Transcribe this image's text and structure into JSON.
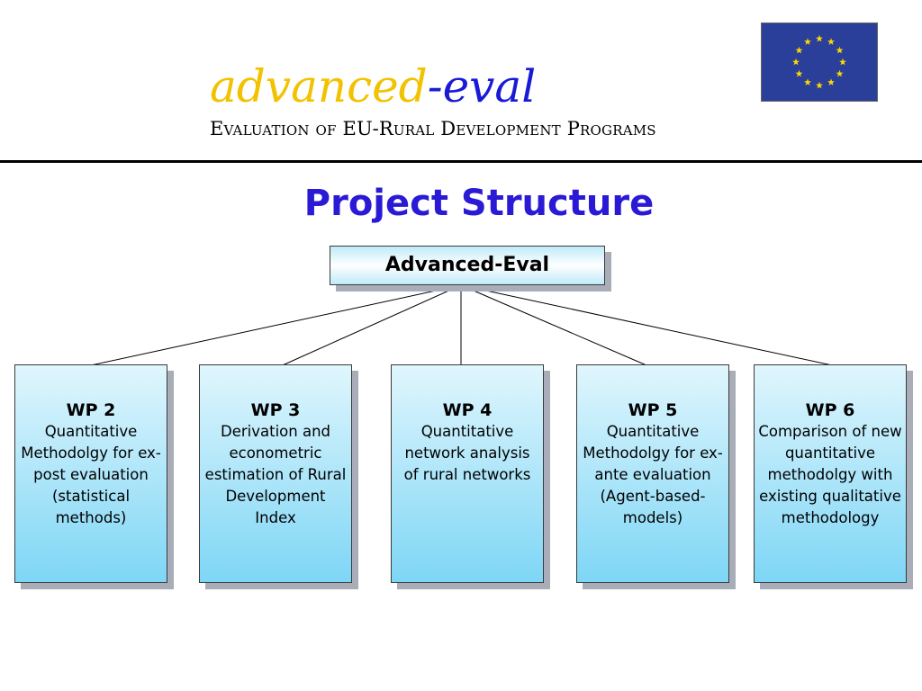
{
  "header": {
    "logo_part1": "advanced",
    "logo_part2": "-eval",
    "subtitle": "Evaluation of EU-Rural Development Programs",
    "flag_icon": "eu-flag-icon"
  },
  "page_title": "Project Structure",
  "diagram": {
    "root": "Advanced-Eval",
    "packages": [
      {
        "title": "WP 2",
        "desc": "Quantitative Methodolgy for ex-post evaluation (statistical methods)"
      },
      {
        "title": "WP 3",
        "desc": "Derivation and econometric estimation of Rural Development Index"
      },
      {
        "title": "WP 4",
        "desc": "Quantitative network analysis of rural networks"
      },
      {
        "title": "WP 5",
        "desc": "Quantitative Methodolgy for ex-ante evaluation (Agent-based-models)"
      },
      {
        "title": "WP 6",
        "desc": "Comparison of new quantitative methodolgy with existing qualitative methodology"
      }
    ]
  },
  "colors": {
    "logo_yellow": "#f2c200",
    "logo_blue": "#1a1ad6",
    "title_blue": "#2a1ad6",
    "box_top": "#e0f6fd",
    "box_bottom": "#7ed6f6",
    "flag_blue": "#2a3f9a",
    "flag_star": "#ffd700"
  }
}
